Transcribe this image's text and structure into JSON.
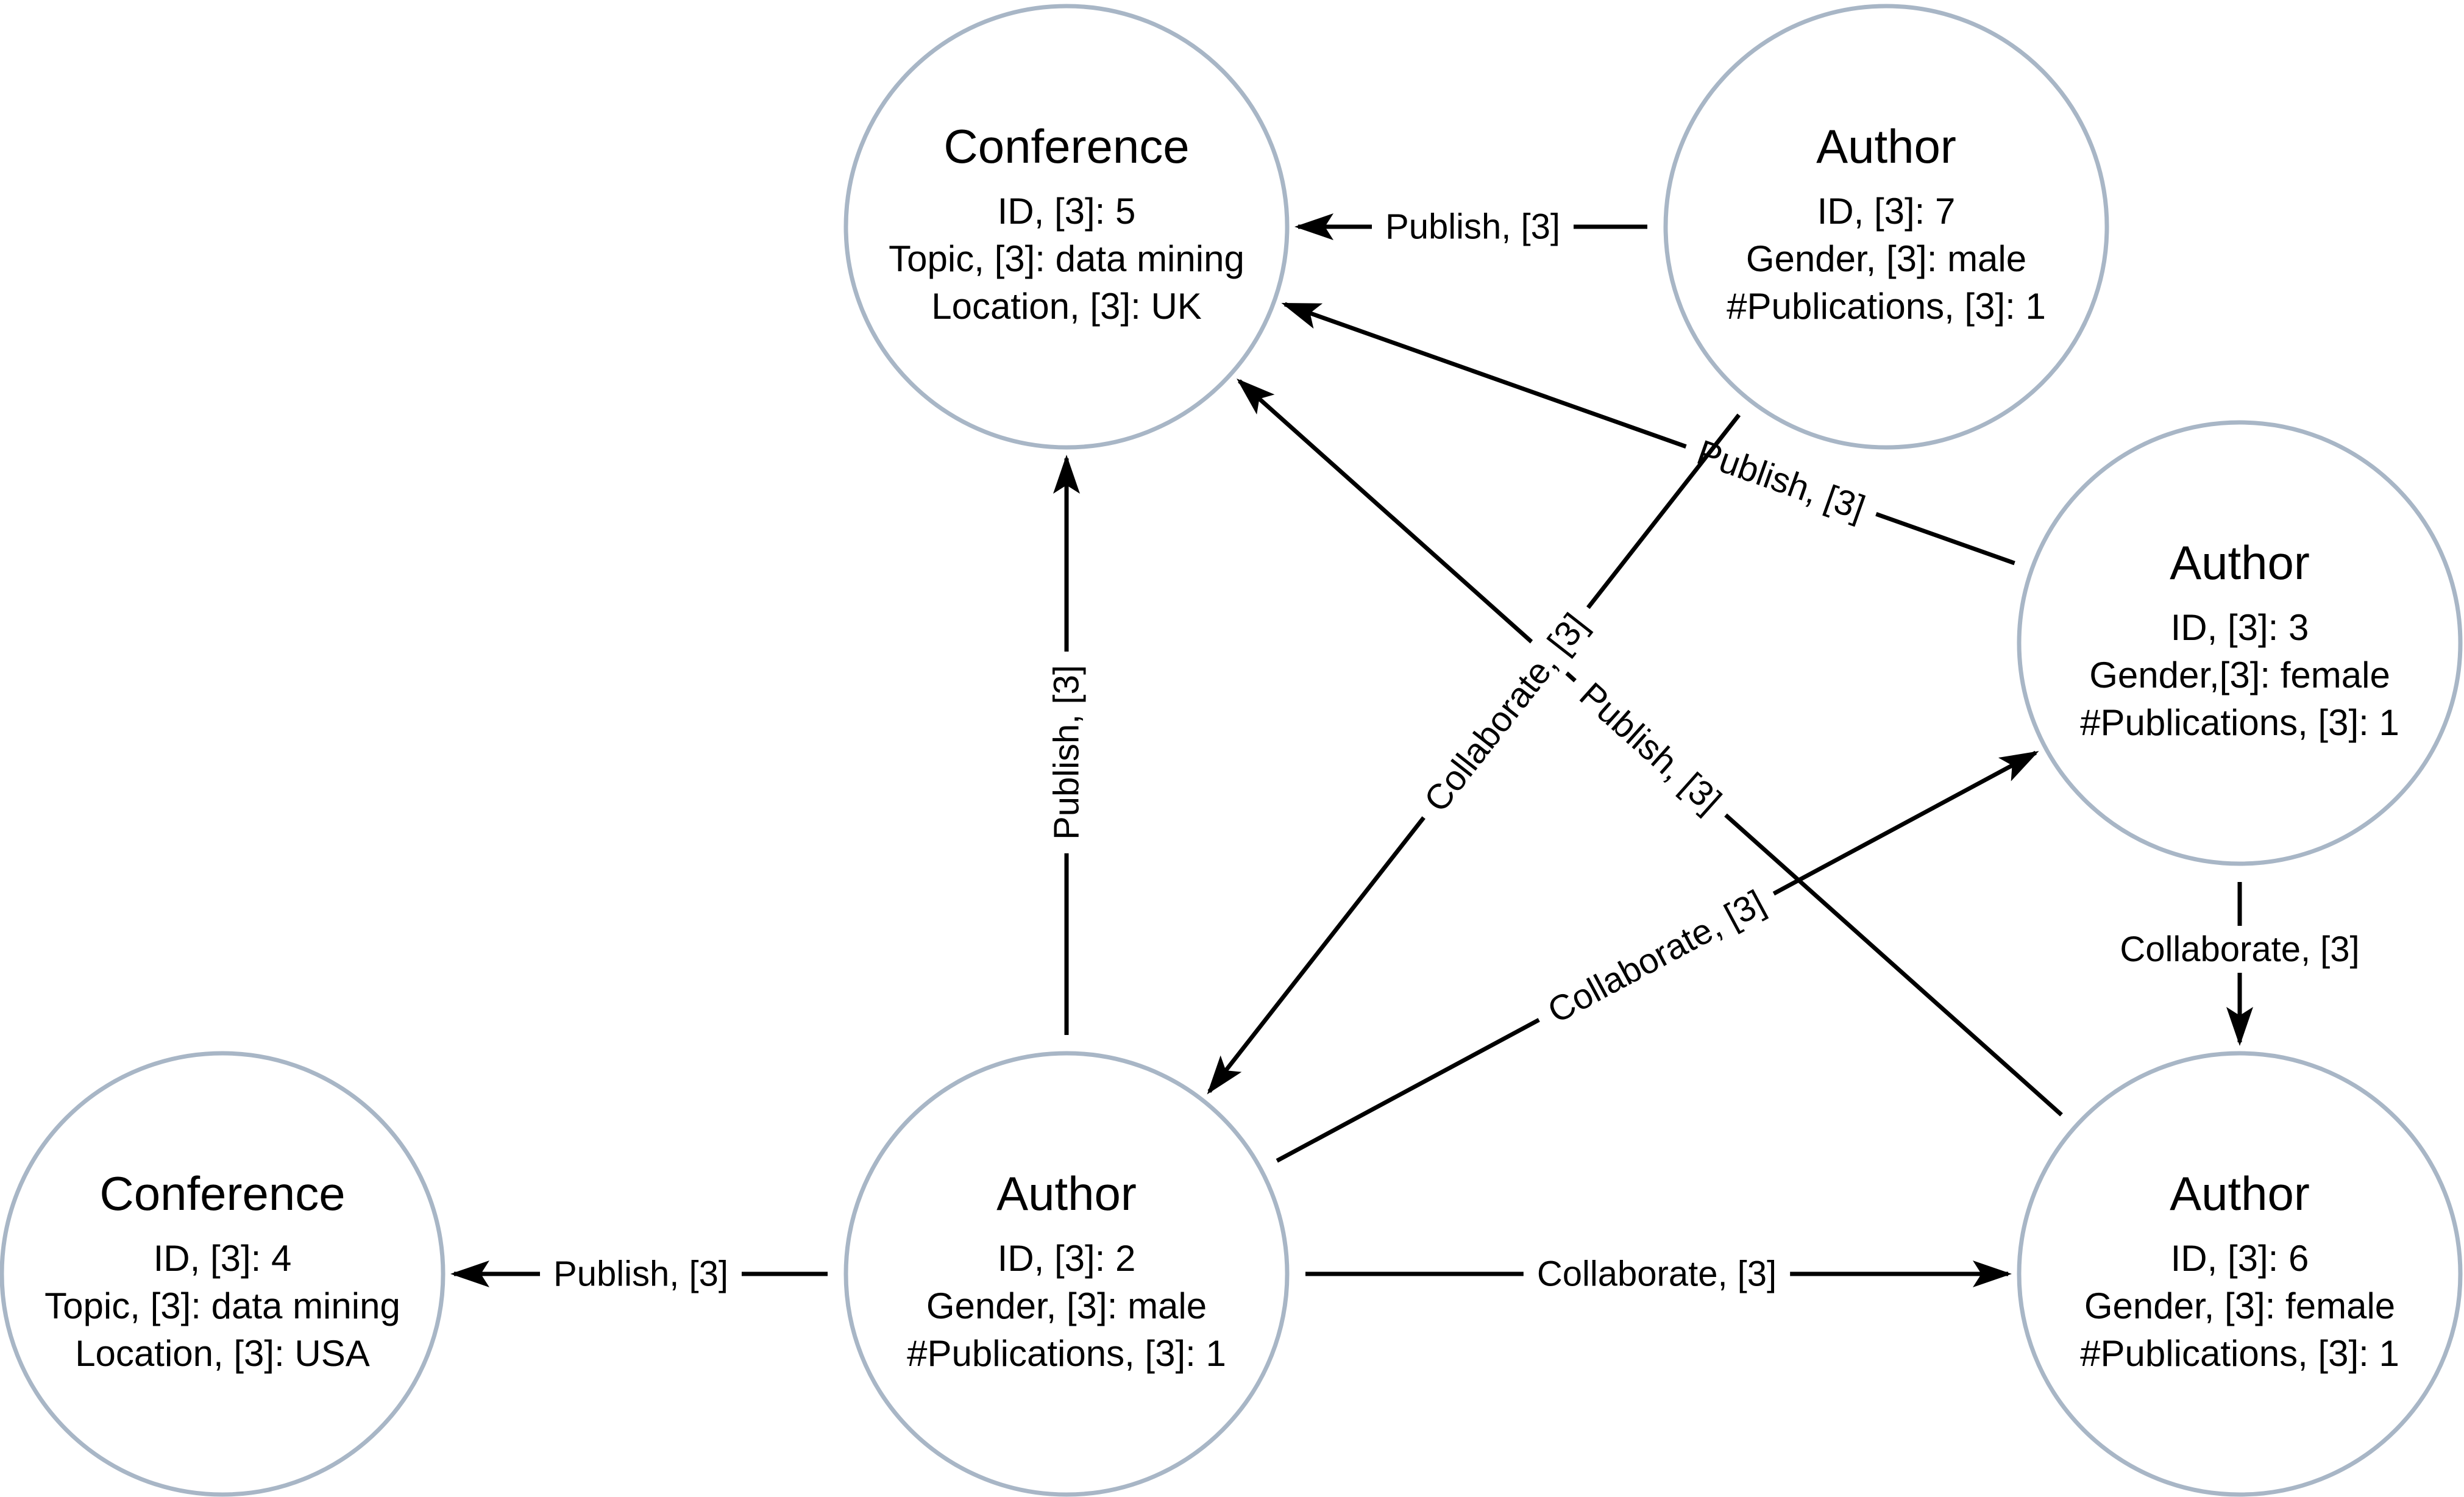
{
  "colors": {
    "node_stroke": "#a8b6c6",
    "edge": "#000000",
    "text": "#000000"
  },
  "nodes": [
    {
      "id": "conf5",
      "title": "Conference",
      "attrs": [
        "ID, [3]: 5",
        "Topic, [3]: data mining",
        "Location, [3]: UK"
      ]
    },
    {
      "id": "auth7",
      "title": "Author",
      "attrs": [
        "ID, [3]: 7",
        "Gender, [3]: male",
        "#Publications, [3]: 1"
      ]
    },
    {
      "id": "auth3",
      "title": "Author",
      "attrs": [
        "ID, [3]: 3",
        "Gender,[3]: female",
        "#Publications, [3]: 1"
      ]
    },
    {
      "id": "conf4",
      "title": "Conference",
      "attrs": [
        "ID, [3]: 4",
        "Topic, [3]: data mining",
        "Location, [3]: USA"
      ]
    },
    {
      "id": "auth2",
      "title": "Author",
      "attrs": [
        "ID, [3]: 2",
        "Gender, [3]: male",
        "#Publications, [3]: 1"
      ]
    },
    {
      "id": "auth6",
      "title": "Author",
      "attrs": [
        "ID, [3]: 6",
        "Gender, [3]: female",
        "#Publications, [3]: 1"
      ]
    }
  ],
  "edges": [
    {
      "from": "auth7",
      "to": "conf5",
      "label": "Publish, [3]"
    },
    {
      "from": "auth3",
      "to": "conf5",
      "label": "Publish, [3]"
    },
    {
      "from": "auth6",
      "to": "conf5",
      "label": "Publish, [3]"
    },
    {
      "from": "auth2",
      "to": "conf5",
      "label": "Publish, [3]"
    },
    {
      "from": "auth7",
      "to": "auth2",
      "label": "Collaborate, [3]"
    },
    {
      "from": "auth2",
      "to": "auth3",
      "label": "Collaborate, [3]"
    },
    {
      "from": "auth3",
      "to": "auth6",
      "label": "Collaborate, [3]"
    },
    {
      "from": "auth2",
      "to": "conf4",
      "label": "Publish, [3]"
    },
    {
      "from": "auth2",
      "to": "auth6",
      "label": "Collaborate, [3]"
    }
  ]
}
